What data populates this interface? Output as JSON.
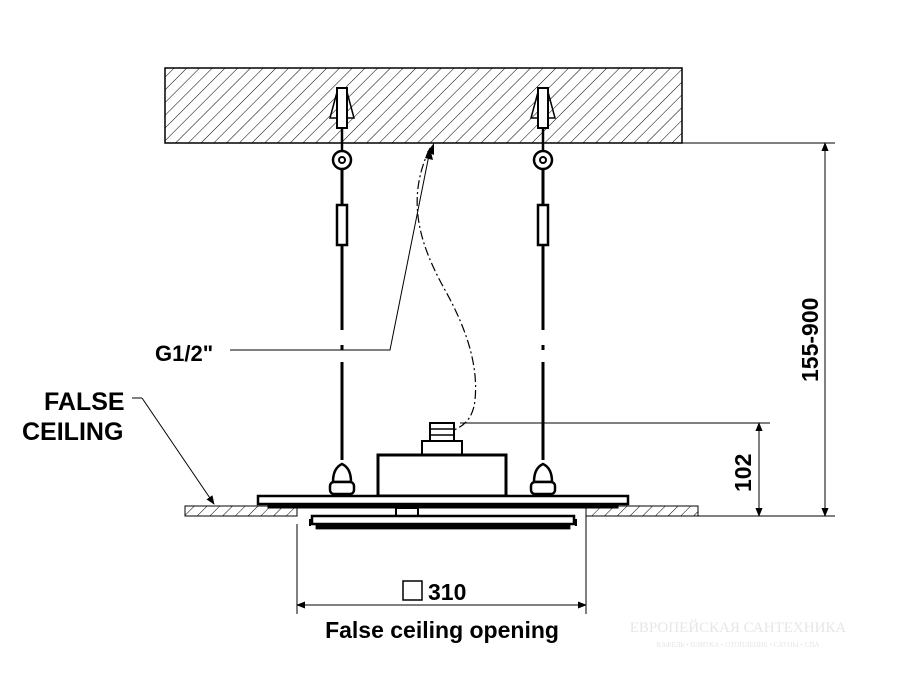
{
  "labels": {
    "pipe_thread": "G1/2\"",
    "false_ceiling_line1": "FALSE",
    "false_ceiling_line2": "CEILING",
    "dim_total_height": "155-900",
    "dim_head_height": "102",
    "dim_opening": "310",
    "opening_caption": "False ceiling opening"
  },
  "watermark": {
    "title": "ЕВРОПЕЙСКАЯ САНТЕХНИКА",
    "subtitle": "КАФЕЛЬ • ПЛИТКА • ОТОПЛЕНИЕ • САУНЫ • СПА"
  },
  "colors": {
    "line": "#000000",
    "watermark": "#e6e6e6",
    "background": "#ffffff"
  }
}
